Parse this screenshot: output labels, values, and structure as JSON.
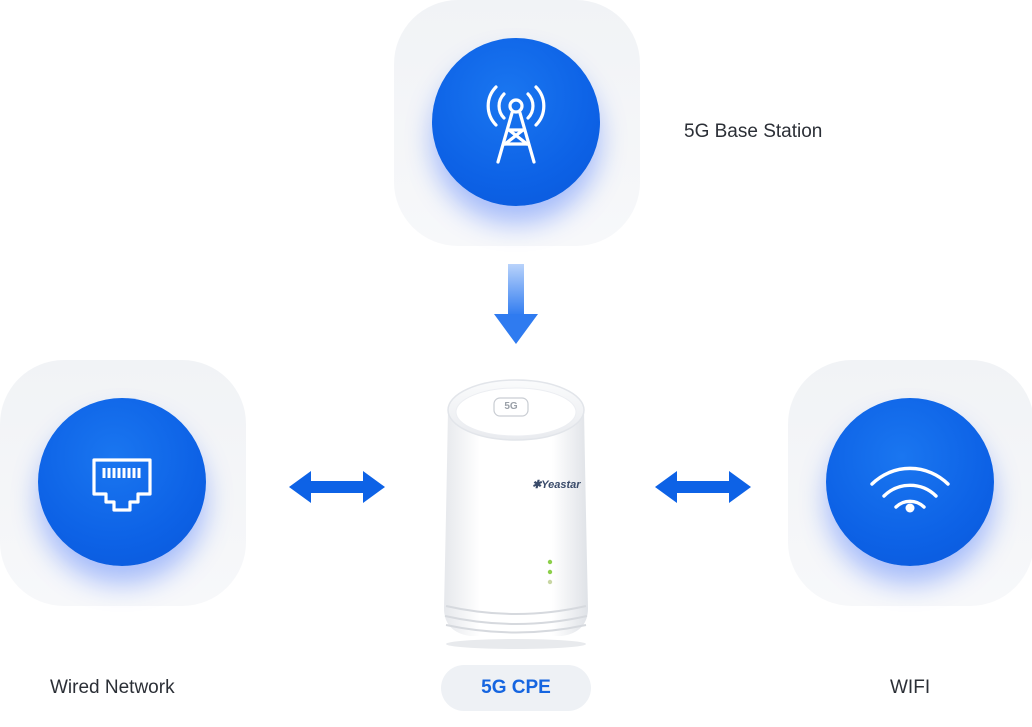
{
  "nodes": {
    "base_station": {
      "label": "5G Base Station",
      "icon": "cell-tower-icon"
    },
    "wired": {
      "label": "Wired Network",
      "icon": "ethernet-port-icon"
    },
    "wifi": {
      "label": "WIFI",
      "icon": "wifi-icon"
    },
    "cpe": {
      "label": "5G CPE",
      "brand": "Yeastar",
      "badge": "5G"
    }
  },
  "colors": {
    "accent": "#0d62e6",
    "label_text": "#2b2f36",
    "cpe_label": "#1565e0"
  }
}
